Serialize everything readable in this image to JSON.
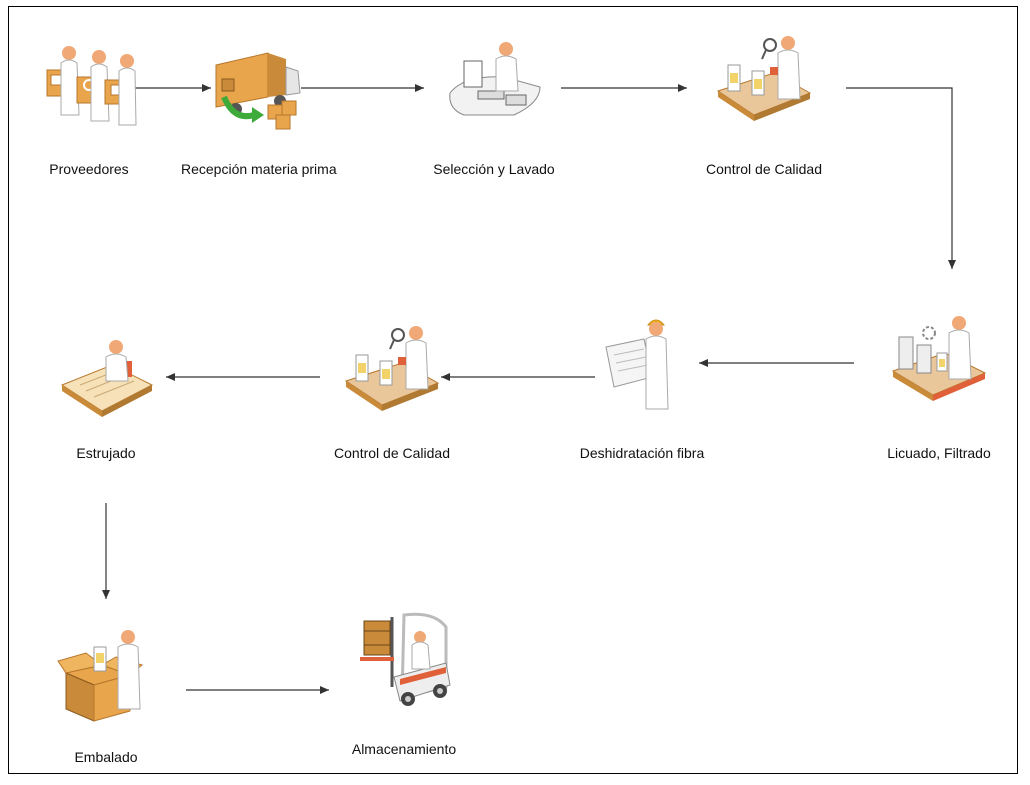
{
  "diagram": {
    "steps": [
      {
        "id": "proveedores",
        "label": "Proveedores",
        "icon": "suppliers-icon"
      },
      {
        "id": "recepcion",
        "label": "Recepción materia prima",
        "icon": "delivery-truck-icon"
      },
      {
        "id": "seleccion",
        "label": "Selección y Lavado",
        "icon": "workstation-icon"
      },
      {
        "id": "control1",
        "label": "Control de Calidad",
        "icon": "quality-inspection-icon"
      },
      {
        "id": "licuado",
        "label": "Licuado, Filtrado",
        "icon": "production-line-icon"
      },
      {
        "id": "deshidratacion",
        "label": "Deshidratación fibra",
        "icon": "engineer-blueprint-icon"
      },
      {
        "id": "control2",
        "label": "Control de Calidad",
        "icon": "quality-inspection-icon"
      },
      {
        "id": "estrujado",
        "label": "Estrujado",
        "icon": "drafting-desk-icon"
      },
      {
        "id": "embalado",
        "label": "Embalado",
        "icon": "packing-box-icon"
      },
      {
        "id": "almacenamiento",
        "label": "Almacenamiento",
        "icon": "forklift-icon"
      }
    ],
    "colors": {
      "box": "#E8A54B",
      "box_dark": "#B7772C",
      "person": "#FFFFFF",
      "skin": "#F0A876",
      "belt": "#E9C79A",
      "accent_red": "#E0603A",
      "green_arrow": "#3DAA3A",
      "helmet": "#F2B01E",
      "line": "#333333"
    }
  }
}
